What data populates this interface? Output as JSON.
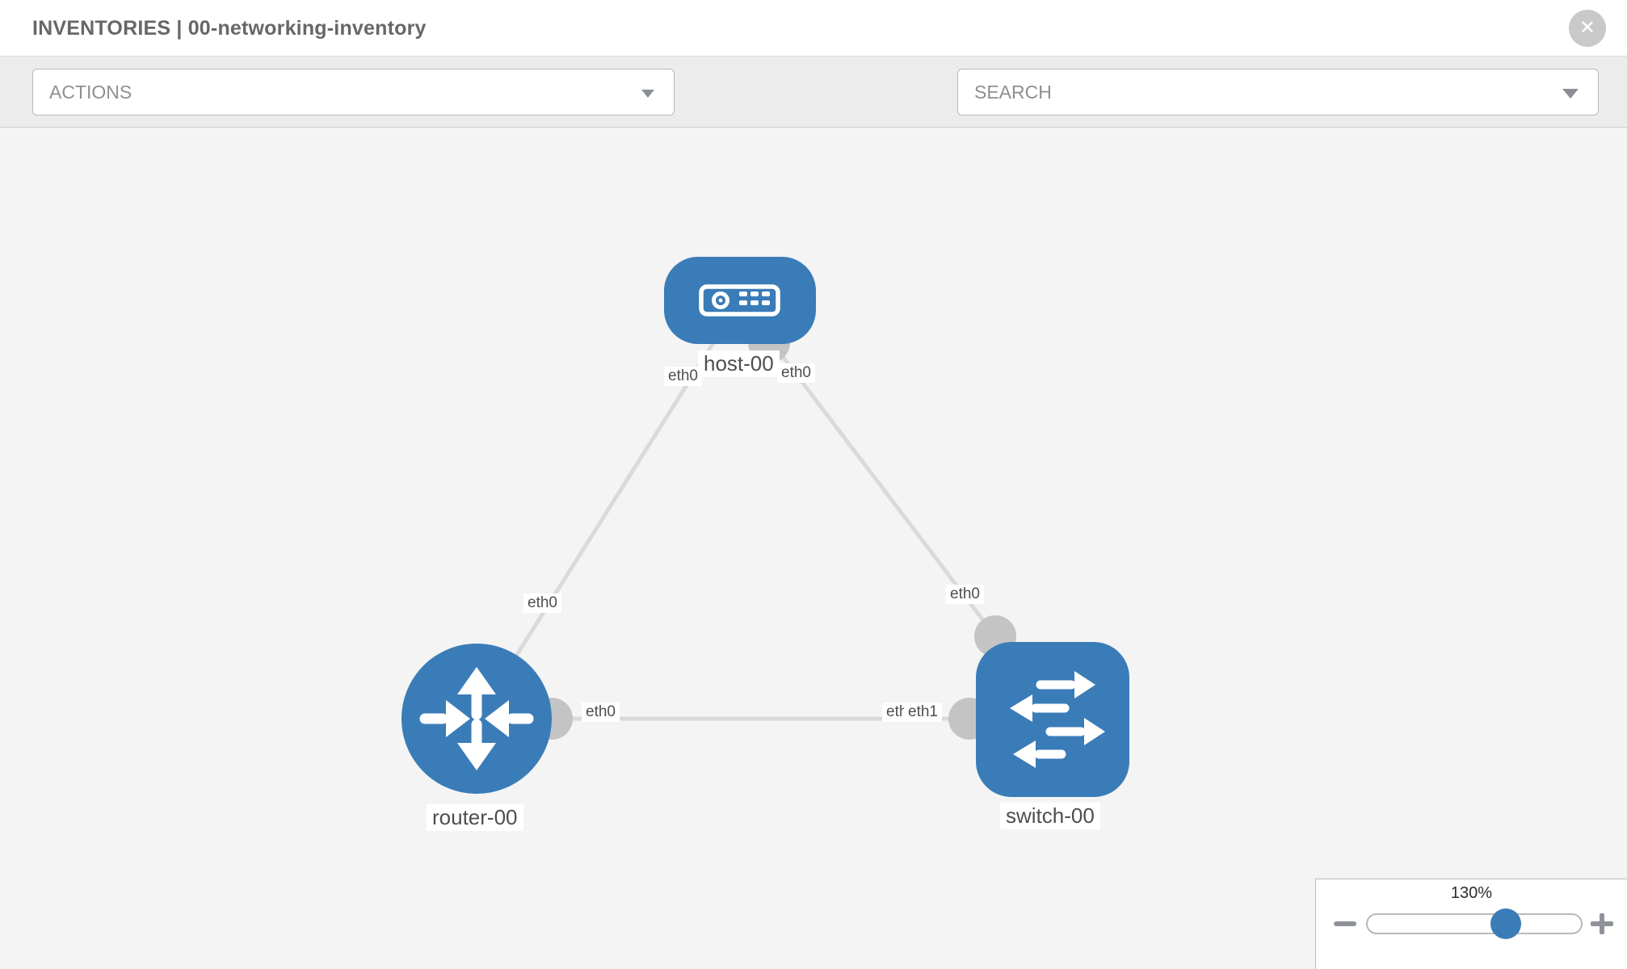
{
  "header": {
    "title": "INVENTORIES | 00-networking-inventory"
  },
  "toolbar": {
    "actions_placeholder": "ACTIONS",
    "search_placeholder": "SEARCH",
    "icons": [
      "wrench-icon",
      "key-icon"
    ]
  },
  "topology": {
    "nodes": [
      {
        "id": "host-00",
        "type": "host",
        "label": "host-00"
      },
      {
        "id": "router-00",
        "type": "router",
        "label": "router-00"
      },
      {
        "id": "switch-00",
        "type": "switch",
        "label": "switch-00"
      }
    ],
    "links": [
      {
        "source": "host-00",
        "target": "router-00",
        "source_interface": "eth0",
        "target_interface": "eth0"
      },
      {
        "source": "host-00",
        "target": "switch-00",
        "source_interface": "eth0",
        "target_interface": "eth0"
      },
      {
        "source": "router-00",
        "target": "switch-00",
        "source_interface": "eth0",
        "target_interface": "eth1"
      }
    ],
    "labels": {
      "host": "host-00",
      "router": "router-00",
      "switch": "switch-00",
      "host_if_left": "eth0",
      "host_if_right": "eth0",
      "link_host_router_mid": "eth0",
      "link_host_switch_mid": "eth0",
      "router_if_right": "eth0",
      "switch_if_under": "eth0",
      "switch_if_left": "eth1"
    }
  },
  "zoom_control": {
    "level": "130%",
    "minus_icon": "minus-icon",
    "plus_icon": "plus-icon"
  },
  "colors": {
    "node_blue": "#3a7cb8",
    "link_gray": "#dadada",
    "interface_gray": "#c4c4c4",
    "canvas_bg": "#f4f4f4",
    "toolbar_bg": "#ececec",
    "label_text": "#4e4e4e"
  }
}
